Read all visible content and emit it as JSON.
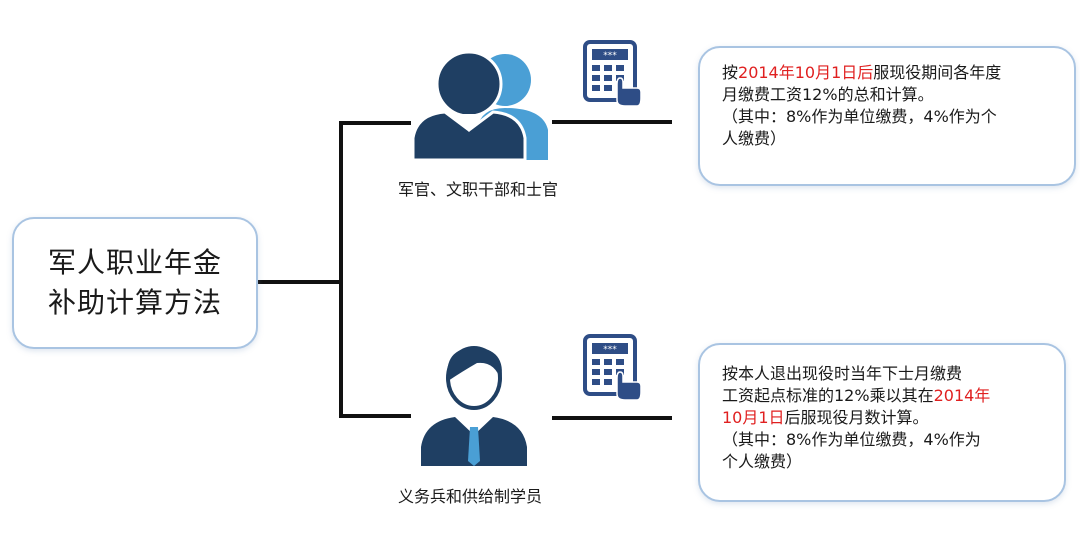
{
  "root": {
    "line1": "军人职业年金",
    "line2": "补助计算方法"
  },
  "branches": [
    {
      "role": "军官、文职干部和士官",
      "description": {
        "l1_pre": "按",
        "l1_hl": "2014年10月1日后",
        "l1_post": "服现役期间各年度",
        "l2": "月缴费工资12%的总和计算。",
        "l3": "（其中：8%作为单位缴费，4%作为个",
        "l4": "人缴费）"
      }
    },
    {
      "role": "义务兵和供给制学员",
      "description": {
        "l1": "按本人退出现役时当年下士月缴费",
        "l2_pre": "工资起点标准的12%乘以其在",
        "l2_hl": "2014年",
        "l3_hl": "10月1日",
        "l3_post": "后服现役月数计算。",
        "l4": "（其中：8%作为单位缴费，4%作为",
        "l5": "个人缴费）"
      }
    }
  ],
  "icons": {
    "officer": "officers-group-icon",
    "soldier": "soldier-person-icon",
    "calculator": "calculator-hand-icon"
  },
  "colors": {
    "highlight": "#e02020",
    "navy": "#1f3f63",
    "lightblue": "#4a9fd5",
    "border": "#a9c4e2"
  }
}
